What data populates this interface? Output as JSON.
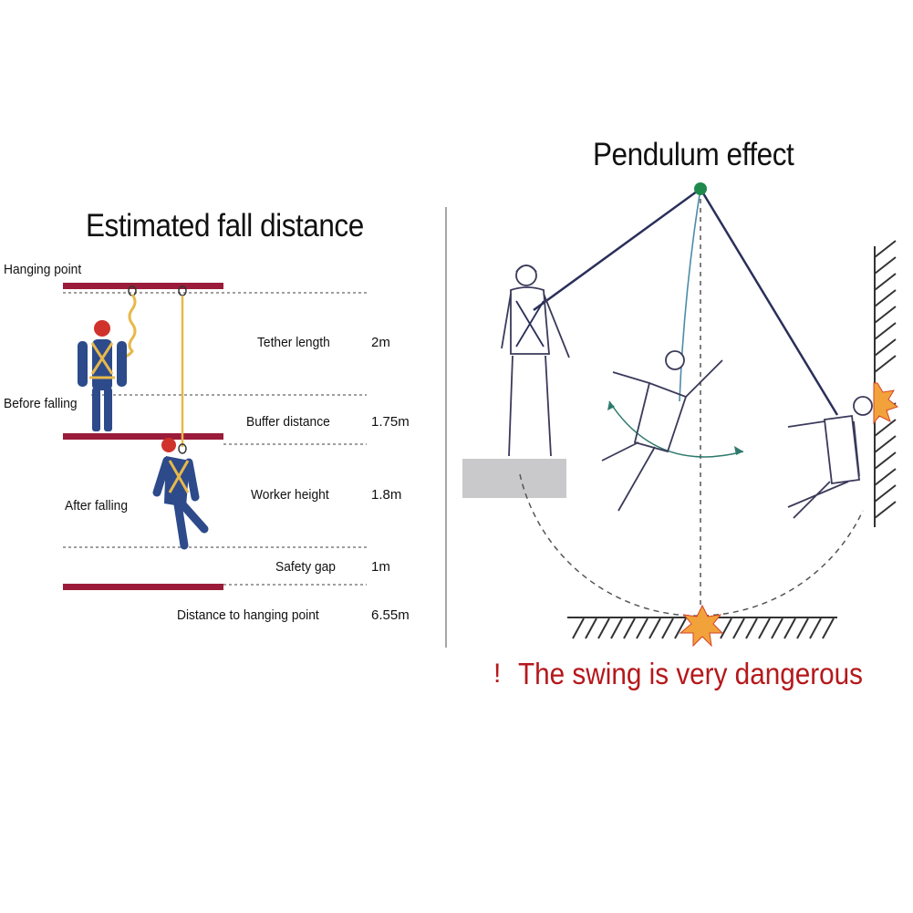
{
  "left_panel": {
    "title": "Estimated fall distance",
    "labels": {
      "hanging_point": "Hanging point",
      "before_falling": "Before falling",
      "after_falling": "After falling"
    },
    "measurements": [
      {
        "label": "Tether length",
        "value": "2m"
      },
      {
        "label": "Buffer distance",
        "value": "1.75m"
      },
      {
        "label": "Worker height",
        "value": "1.8m"
      },
      {
        "label": "Safety gap",
        "value": "1m"
      },
      {
        "label": "Distance to hanging point",
        "value": "6.55m"
      }
    ]
  },
  "right_panel": {
    "title": "Pendulum effect",
    "warning_mark": "!",
    "warning_text": "The swing is very dangerous"
  },
  "colors": {
    "beam": "#9b1c3a",
    "lanyard": "#e8b84a",
    "worker_body": "#2d4a8a",
    "helmet": "#d0332c",
    "warning": "#b5181b",
    "rope": "#2a2f5a",
    "impact": "#f2a23a"
  }
}
